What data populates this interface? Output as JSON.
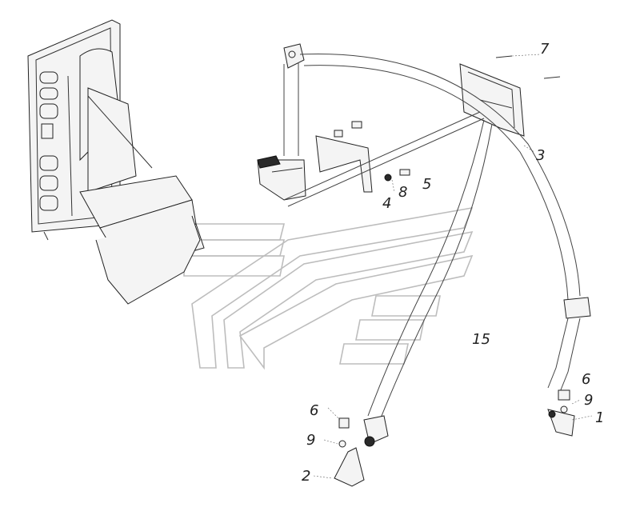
{
  "callouts": {
    "c1": "1",
    "c2": "2",
    "c3": "3",
    "c4": "4",
    "c5": "5",
    "c6a": "6",
    "c6b": "6",
    "c7": "7",
    "c8": "8",
    "c9a": "9",
    "c9b": "9",
    "c15": "15"
  }
}
